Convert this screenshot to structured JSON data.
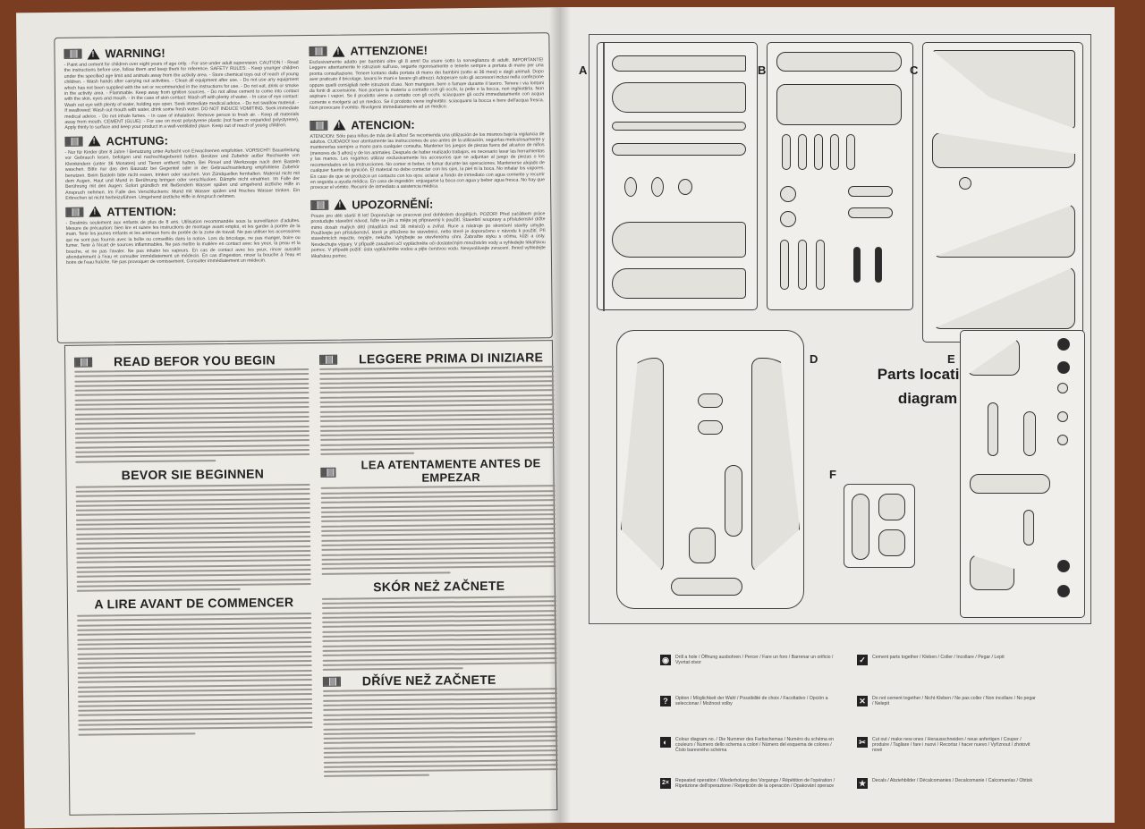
{
  "warnings": {
    "en": {
      "title": "WARNING!",
      "text": "- Paint and cement for children over eight years of age only. - For use under adult supervision. CAUTION ! - Read the instructions before use, follow them and keep them for reference. SAFETY RULES: - Keep younger children under the specified age limit and animals away from the activity area. - Store chemical toys out of reach of young children. - Wash hands after carrying out activities. - Clean all equipment after use. - Do not use any equipment which has not been supplied with the set or recommended in the instructions for use. - Do not eat, drink or smoke in the activity area. - Flammable. Keep away from ignition sources. - Do not allow cement to come into contact with the skin, eyes and mouth. - In the case of skin contact: Wash off with plenty of water. - In case of eye contact: Wash out eye with plenty of water, holding eye open. Seek immediate medical advice. - Do not swallow material. - If swallowed: Wash out mouth with water, drink some fresh water. DO NOT INDUCE VOMITING. Seek immediate medical advice. - Do not inhale fumes. - In case of inhalation: Remove person to fresh air. - Keep all materials away from mouth. CEMENT (GLUE): - For use on most polystyrene plastic (not foam or expanded polystyrene). Apply thinly to surface and keep your product in a well-ventilated place. Keep out of reach of young children."
    },
    "de": {
      "title": "ACHTUNG:",
      "text": "- Nur für Kinder über 8 Jahre ! Benutzung unter Aufsicht von Erwachsenen empfohlen. VORSICHT! Bauanleitung vor Gebrauch lesen, befolgen und nachschlagebereit halten. Besitzer und Zubehör außer Reichweite von Kleinkindern (unter 36 Monaten) und Tieren entfernt halten. Bei Pinsel und Werkzeuge nach dem Basteln waschen. Bitte nur das den Bausatz bei Gegenteil oder in der Gebrauchsanleitung empfohlene Zubehör benutzen. Beim Basteln bitte nicht essen, trinken oder rauchen. Von Zündquellen fernhalten. Material nicht mit dem Augen, Haut und Mund in Berührung bringen oder verschlucken. Dämpfe nicht einatmen. Im Falle der Berührung mit den Augen: Sofort gründlich mit fließendem Wasser spülen und umgehend ärztliche Hilfe in Anspruch nehmen. Im Falle des Verschluckens: Mund mit Wasser spülen und frisches Wasser trinken. Ein Erbrechen ist nicht herbeizuführen. Umgehend ärztliche Hilfe in Anspruch nehmen."
    },
    "fr": {
      "title": "ATTENTION:",
      "text": "- Destinés seulement aux enfants de plus de 8 ans. Utilisation recommandée sous la surveillance d'adultes. Mesure de précaution: bien lire et suivre les instructions de montage avant emploi, et les garder à portée de la main. Tenir les jeunes enfants et les animaux hors de portée de la zone de travail. Ne pas utiliser les accessoires qui ne sont pas fournis avec la boîte ou conseillés dans la notice. Lors du bricolage, ne pas manger, boire ou fumer. Tenir à l'écart de sources inflammables. Ne pas mettre la matière en contact avec les yeux, la peau et la bouche, et ne pas l'avaler. Ne pas inhaler les vapeurs. En cas de contact avec les yeux, rincer aussitôt abondamment à l'eau et consulter immédiatement un médecin. En cas d'ingestion, rincer la bouche à l'eau et boire de l'eau fraîche. Ne pas provoquer de vomissement. Consulter immédiatement un médecin."
    },
    "it": {
      "title": "ATTENZIONE!",
      "text": "Esclusivamente adatto per bambini oltre gli 8 anni! Da usare sotto la sorveglianza di adulti. IMPORTANTE! Leggere attentamente le istruzioni sull'uso, seguirle rigorosamente e tenerle sempre a portata di mano per una pronta consultazione. Tenere lontano dalla portata di mano dei bambini (sotto ai 36 mesi) e dagli animali. Dopo aver praticato il bricolage, lavarsi le mani e lavare gli attrezzi. Adoperare solo gli accessori inclusi nella confezione oppure quelli consigliati nelle istruzioni d'uso. Non mangiare, bere o fumare durante il lavoro. Tenere i via lontani da fonti di accensione. Non portare la materia a contatto con gli occhi, la pelle e la bocca, non inghiottirla. Non aspirare i vapori. Se il prodotto viene a contatto con gli occhi, sciacquare gli occhi immediatamente con acqua corrente e rivolgersi ad un medico. Se il prodotto viene inghiottito: sciacquarsi la bocca e bere dell'acqua fresca. Non provocare il vomito. Rivolgersi immediatamente ad un medico."
    },
    "es": {
      "title": "ATENCION:",
      "text": "ATENCION: Sólo para niños de más de 8 años! Se recomienda una utilización de los mismos bajo la vigilancia de adultos. CUIDADO! leer atentamente las instrucciones de uso antes de la utilización, seguirlas meticulosamente y mantenerlas siempre a mano para cualquier consulta. Mantener los juegos de piezas fuera del alcance de niños (menores de 3 años) y de los animales. Después de haber realizado trabajos, es necesario lavar las herramientas y las manos. Les rogamos utilizar exclusivamente los accesorios que se adjuntan al juego de piezas o los recomendados en las instrucciones. No comer ni beber, ni fumar durante las operaciones. Mantenerse alejado de cualquier fuente de ignición. El material no debe contactar con los ojos, la piel ni la boca. No inhalar los vapores. En caso de que se produzca un contacto con los ojos: aclarar a fondo de inmediato con agua corriente y recurrir en seguida a ayuda médica. En caso de ingestión: enjuagarse la boca con agua y beber agua fresca. No hay que provocar el vómito. Recurrir de inmediato a asistencia médica."
    },
    "cz": {
      "title": "UPOZORNĚNÍ:",
      "text": "Pouze pro děti starší 8 let! Doporučuje se pracovat pod dohledem dospělých. POZOR! Před začátkem práce prostudujte stavební návod, řiďte se jím a mějte jej připravený k použití. Stavební soupravy a příslušenství držte mimo dosah malých dětí (mladších než 36 měsíců) a zvířat. Ruce a nástroje po skončení stavby umyjte. Používejte jen příslušenství, které je přiloženo ke stavebnici, nebo které je doporučeno v návodu k použití. Při stavebnicích nejezte, nepijte, nekuřte. Vyhýbejte se otevřenému ohni. Zabraňte styku s očima, kůží a ústy. Nevdechujte výpary. V případě zasažení očí vypláchněte oči dostatečným množstvím vody a vyhledejte lékařskou pomoc. V případě požití: ústa vypláchněte vodou a pijte čerstvou vodu. Nevyvolávejte zvracení. Ihned vyhledejte lékařskou pomoc."
    }
  },
  "read": {
    "en_title": "READ BEFOR YOU BEGIN",
    "de_title": "BEVOR SIE BEGINNEN",
    "fr_title": "A LIRE AVANT DE COMMENCER",
    "it_title": "LEGGERE PRIMA DI INIZIARE",
    "es_title": "LEA ATENTAMENTE ANTES DE EMPEZAR",
    "pl_title": "SKÓR NEŻ ZAČNETE",
    "cz_title": "DŘÍVE NEŽ ZAČNETE"
  },
  "diagram": {
    "title": "Parts locating diagram",
    "sprues": [
      "A",
      "B",
      "C",
      "D",
      "E",
      "F"
    ]
  },
  "legend": [
    {
      "icon": "drill-icon",
      "glyph": "◉",
      "text": "Drill a hole / Öffnung ausbohren / Percer / Fare un foro / Barrenar un orificio / Vyvrtat otvor"
    },
    {
      "icon": "cement-icon",
      "glyph": "✓",
      "text": "Cement parts together / Kleben / Coller / Incollare / Pegar / Lepit"
    },
    {
      "icon": "option-icon",
      "glyph": "?",
      "text": "Option / Möglichkeit der Wahl / Possibilité de choix / Facoltativo / Opción a seleccionar / Možnost volby"
    },
    {
      "icon": "no-cement-icon",
      "glyph": "✕",
      "text": "Do not cement together / Nicht Kleben / Ne pas coller / Non incollare / No pegar / Nelepit"
    },
    {
      "icon": "colour-icon",
      "glyph": "◐",
      "text": "Colour diagram no. / Die Nummer des Farbschemas / Numéro du schéma en couleurs / Numero dello schema a colori / Número del esquema de colores / Číslo barevného schéma"
    },
    {
      "icon": "cut-icon",
      "glyph": "✂",
      "text": "Cut out / make new ones / Herausschneiden / neue anfertigen / Couper / produire / Tagliare / fare i nuovi / Recortar / hacer nuevo / Vyříznout / zhotovit nové"
    },
    {
      "icon": "repeat-icon",
      "glyph": "2×",
      "text": "Repeated operation / Wiederholung des Vorgangs / Répétition de l'opération / Ripetizione dell'operazione / Repetición de la operación / Opakování operace"
    },
    {
      "icon": "decals-icon",
      "glyph": "★",
      "text": "Decals / Abziehbilder / Décalcomanies / Decalcomanie / Calcomanías / Obtisk"
    }
  ]
}
